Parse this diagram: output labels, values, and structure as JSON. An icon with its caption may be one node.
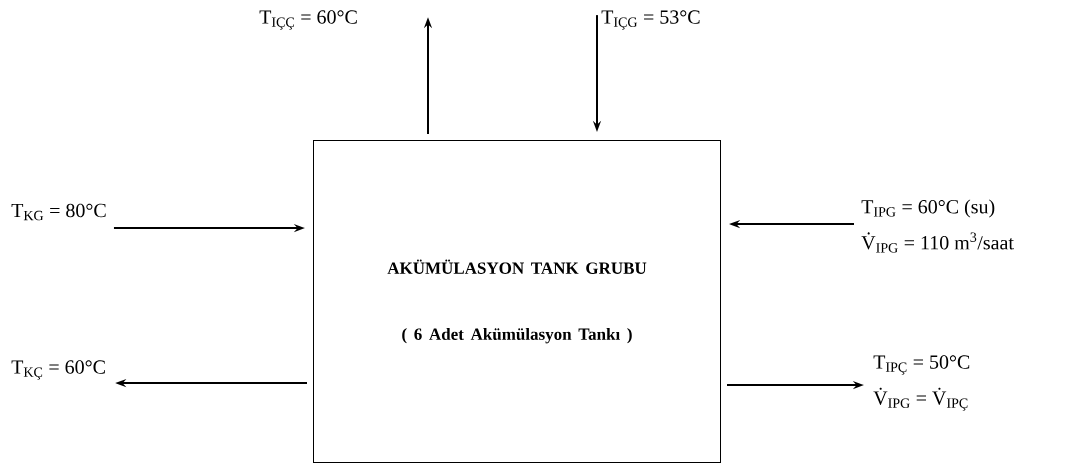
{
  "diagram": {
    "nodes": [
      {
        "text": [
          "AKÜMÜLASYON TANK GRUBU",
          "( 6 Adet Akümülasyon Tankı )"
        ]
      },
      {
        "text": [
          "T$_{IÇÇ}$ = 60°C"
        ]
      },
      {
        "text": [
          "T$_{IÇG}$ = 53°C"
        ]
      },
      {
        "text": [
          "T$_{KG}$ = 80°C"
        ]
      },
      {
        "text": [
          "T$_{KÇ}$ = 60°C"
        ]
      },
      {
        "text": [
          "T$_{IPG}$ = 60°C (su)",
          "V̇$_{IPG}$ = 110 m$^{3}$/saat"
        ]
      },
      {
        "text": [
          "T$_{IPÇ}$ = 50°C",
          "V̇$_{IPG}$ = V̇$_{IPÇ}$"
        ]
      }
    ],
    "edges": [
      {
        "from": 0,
        "to": 1,
        "arrow": "to"
      },
      {
        "from": 2,
        "to": 0,
        "arrow": "to"
      },
      {
        "from": 3,
        "to": 0,
        "arrow": "to"
      },
      {
        "from": 0,
        "to": 4,
        "arrow": "to"
      },
      {
        "from": 5,
        "to": 0,
        "arrow": "to"
      },
      {
        "from": 0,
        "to": 6,
        "arrow": "to"
      }
    ]
  }
}
